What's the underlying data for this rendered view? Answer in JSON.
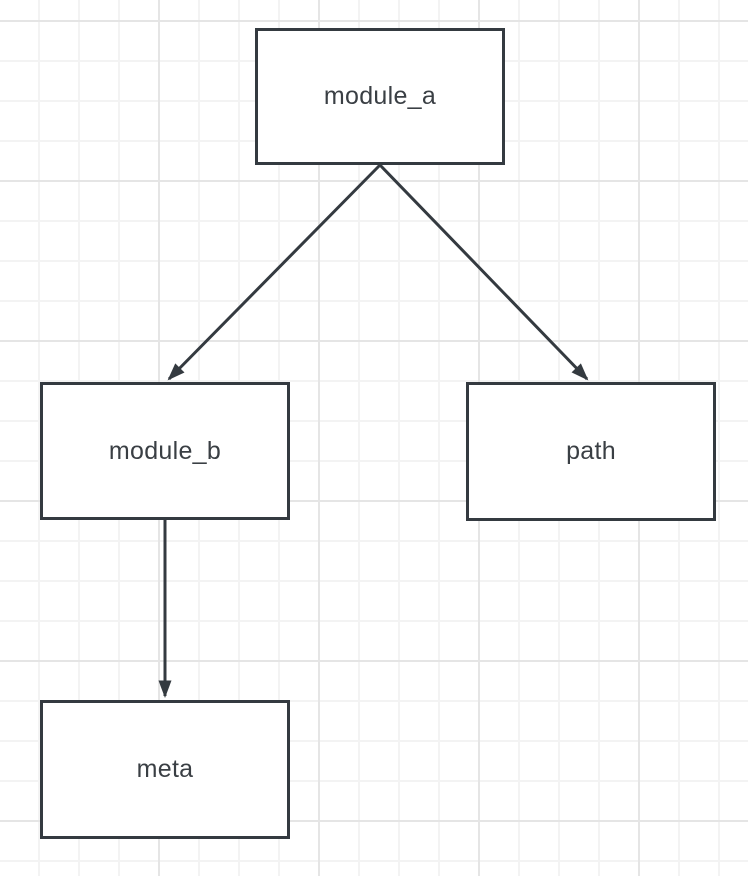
{
  "diagram": {
    "nodes": [
      {
        "id": "module_a",
        "label": "module_a"
      },
      {
        "id": "module_b",
        "label": "module_b"
      },
      {
        "id": "path",
        "label": "path"
      },
      {
        "id": "meta",
        "label": "meta"
      }
    ],
    "edges": [
      {
        "from": "module_a",
        "to": "module_b"
      },
      {
        "from": "module_a",
        "to": "path"
      },
      {
        "from": "module_b",
        "to": "meta"
      }
    ],
    "colors": {
      "stroke": "#343a40",
      "text": "#3a3f44",
      "node_fill": "#ffffff",
      "canvas_bg": "#ffffff",
      "grid_minor": "#f3f3f3",
      "grid_major": "#e5e5e5"
    }
  }
}
